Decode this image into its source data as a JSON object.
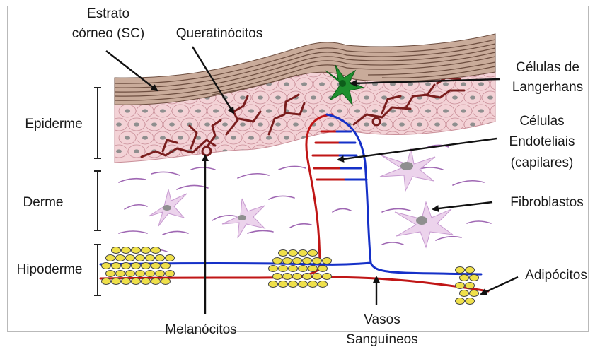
{
  "labels": {
    "estrato_line1": "Estrato",
    "estrato_line2": "córneo (SC)",
    "queratinocitos": "Queratinócitos",
    "langerhans_line1": "Células de",
    "langerhans_line2": "Langerhans",
    "epiderme": "Epiderme",
    "endoteliais_line1": "Células",
    "endoteliais_line2": "Endoteliais",
    "endoteliais_line3": "(capilares)",
    "derme": "Derme",
    "fibroblastos": "Fibroblastos",
    "hipoderme": "Hipoderme",
    "adipocitos": "Adipócitos",
    "melanocitos": "Melanócitos",
    "vasos_line1": "Vasos",
    "vasos_line2": "Sanguíneos"
  },
  "colors": {
    "stratum_corneum": "#c9ab9a",
    "epidermis": "#f3d2d6",
    "melanocyte_dendrite": "#7a1d1d",
    "langerhans": "#1e8f2e",
    "artery": "#c01616",
    "vein": "#1530c8",
    "fibroblast": "#ecd3ec",
    "fiber": "#9f67b3",
    "adipocyte": "#efe04a",
    "nucleus": "#8f8f8f"
  }
}
